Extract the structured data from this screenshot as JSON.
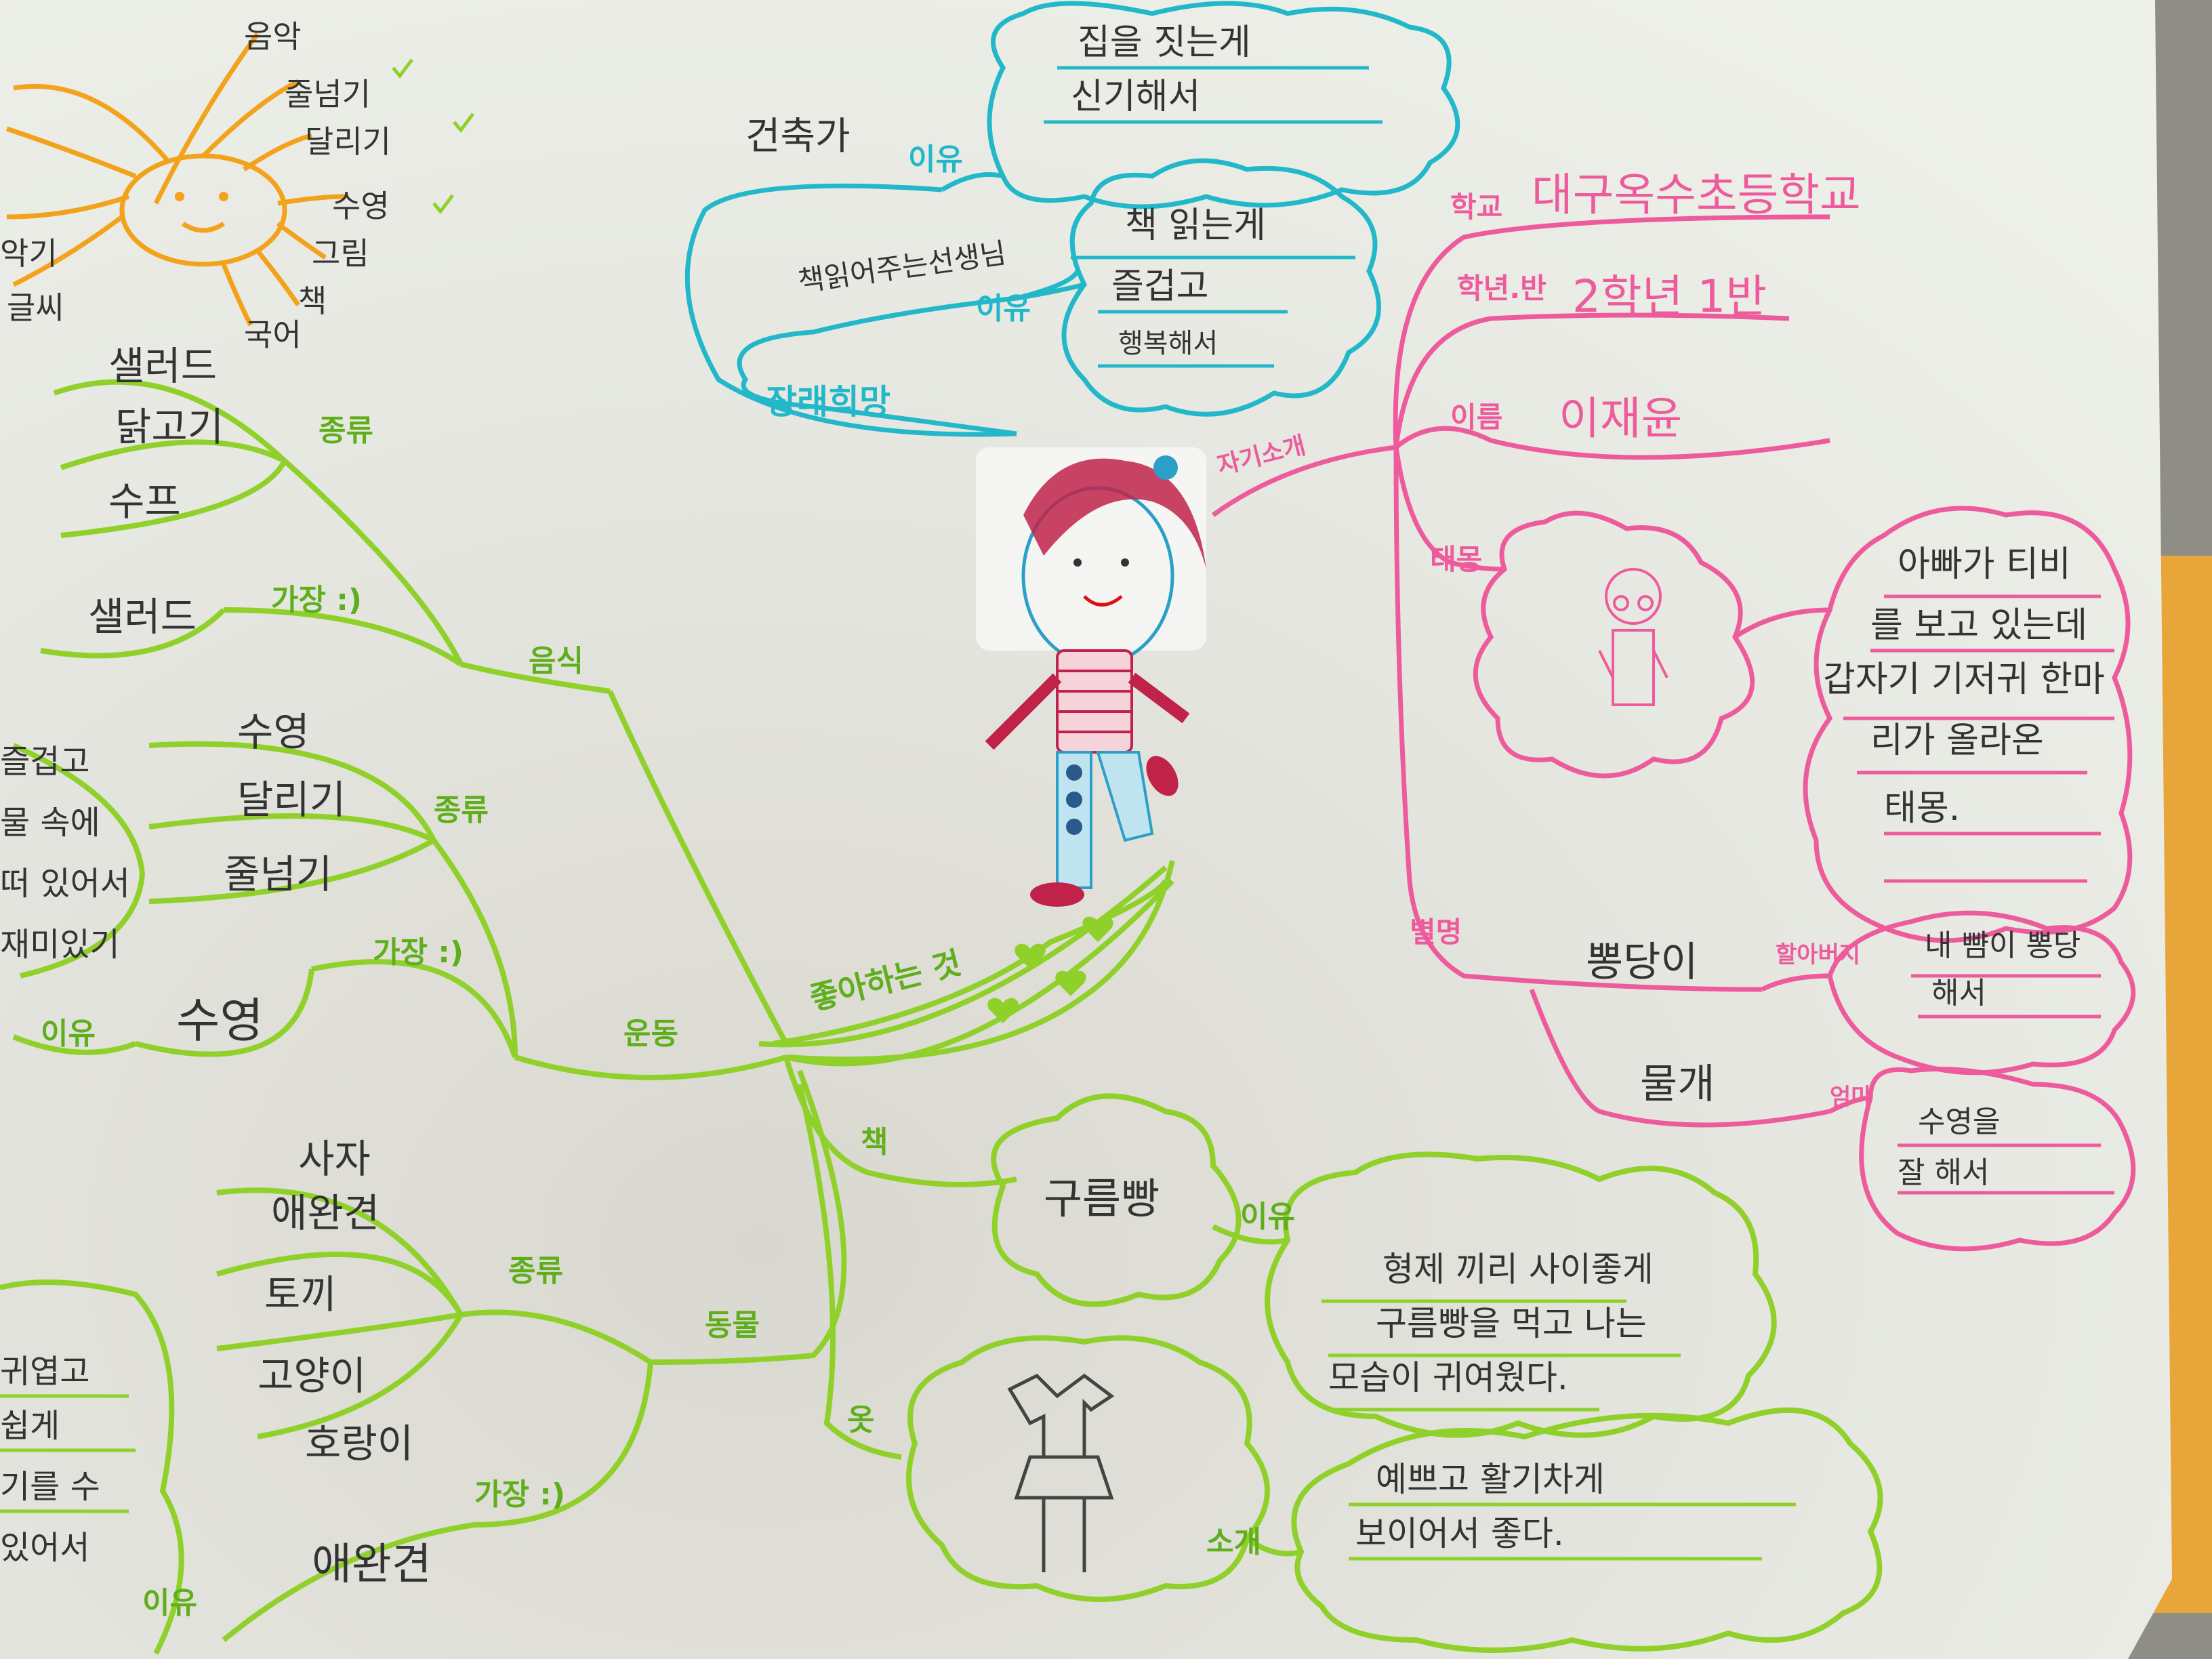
{
  "center": {
    "label": "좋아하는 것"
  },
  "colors": {
    "green": "#8fd12a",
    "green_dark": "#5fae1c",
    "pink": "#ee5b9c",
    "cyan": "#22b8c9",
    "orange": "#f3a21b",
    "ink": "#333333"
  },
  "hobbies": {
    "items": [
      "음악",
      "줄넘기",
      "달리기",
      "수영",
      "그림",
      "책",
      "국어",
      "글씨",
      "악기"
    ]
  },
  "food": {
    "branch": "음식",
    "kind_label": "종류",
    "kinds": [
      "샐러드",
      "닭고기",
      "수프"
    ],
    "best_label": "가장 :)",
    "best": "샐러드"
  },
  "sports": {
    "branch": "운동",
    "kind_label": "종류",
    "kinds": [
      "수영",
      "달리기",
      "줄넘기"
    ],
    "best_label": "가장 :)",
    "best": "수영",
    "reason_label": "이유",
    "reason": [
      "즐겁고",
      "물 속에",
      "떠 있어서",
      "재미있기"
    ]
  },
  "animals": {
    "branch": "동물",
    "kind_label": "종류",
    "kinds": [
      "사자",
      "애완견",
      "토끼",
      "고양이",
      "호랑이"
    ],
    "best_label": "가장 :)",
    "best": "애완견",
    "reason_label": "이유",
    "reason": [
      "귀엽고",
      "쉽게",
      "기를 수",
      "있어서"
    ]
  },
  "book": {
    "branch": "책",
    "title": "구름빵",
    "reason_label": "이유",
    "reason": [
      "형제 끼리 사이좋게",
      "구름빵을 먹고 나는",
      "모습이 귀여웠다."
    ]
  },
  "clothes": {
    "branch": "옷",
    "reason_label": "소개",
    "reason": [
      "예쁘고 활기차게",
      "보이어서 좋다."
    ]
  },
  "dream": {
    "branch": "장래희망",
    "job1": "건축가",
    "job1_reason_label": "이유",
    "job1_reason": [
      "집을 짓는게",
      "신기해서"
    ],
    "job2": "책읽어주는선생님",
    "job2_reason_label": "이유",
    "job2_reason": [
      "책 읽는게",
      "즐겁고",
      "행복해서"
    ]
  },
  "me": {
    "branch": "자기소개",
    "school_label": "학교",
    "school": "대구옥수초등학교",
    "grade_label": "학년.반",
    "grade": "2학년 1반",
    "name_label": "이름",
    "name": "이재윤",
    "birth_label": "태몽",
    "birth_story": [
      "아빠가 티비",
      "를 보고 있는데",
      "갑자기 기저귀 한마",
      "리가 올라온",
      "태몽."
    ],
    "nick_label": "별명",
    "nick1": "뽕당이",
    "nick1_by": "할아버지",
    "nick1_reason": [
      "내 뺨이 뽕당",
      "해서"
    ],
    "nick2": "물개",
    "nick2_by": "엄마",
    "nick2_reason": [
      "수영을",
      "잘 해서"
    ]
  }
}
